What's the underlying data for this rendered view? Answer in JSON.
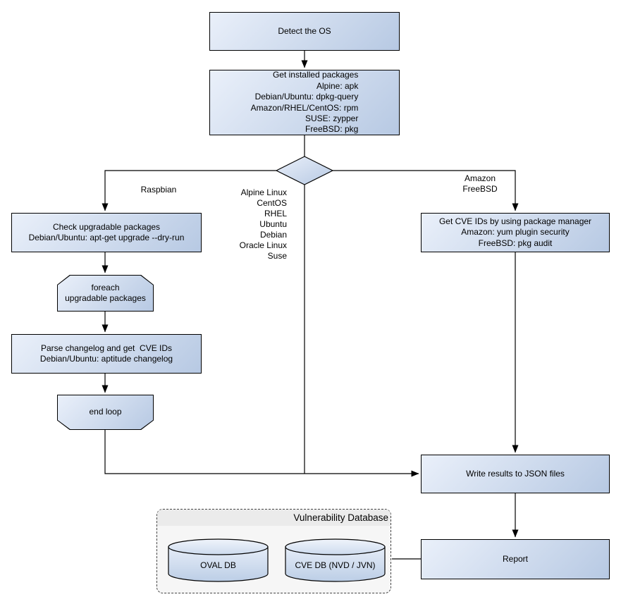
{
  "colors": {
    "node_gradient_start": "#eaf0fa",
    "node_gradient_end": "#b7c9e3",
    "node_border": "#000000",
    "connector": "#000000",
    "container_bg": "#f6f6f6",
    "container_header_bg": "#ebebeb",
    "container_border": "#444444",
    "cylinder_top_start": "#f0f4fb",
    "cylinder_top_end": "#cddbee",
    "cylinder_body_start": "#e6edf8",
    "cylinder_body_end": "#bccee6"
  },
  "nodes": {
    "detect_os": {
      "label": "Detect the OS"
    },
    "get_installed_packages": {
      "lines": [
        "Get installed packages",
        "Alpine: apk",
        "Debian/Ubuntu: dpkg-query",
        "Amazon/RHEL/CentOS: rpm",
        "SUSE: zypper",
        "FreeBSD: pkg"
      ]
    },
    "check_upgradable_packages": {
      "lines": [
        "Check upgradable packages",
        "Debian/Ubuntu: apt-get upgrade --dry-run"
      ]
    },
    "foreach_upgradable_packages": {
      "lines": [
        "foreach",
        "upgradable  packages"
      ]
    },
    "parse_changelog": {
      "lines": [
        "Parse changelog and get  CVE IDs",
        "Debian/Ubuntu: aptitude changelog"
      ]
    },
    "end_loop": {
      "label": "end loop"
    },
    "get_cve_ids_pkg_manager": {
      "lines": [
        "Get CVE IDs by using package manager",
        "Amazon: yum plugin security",
        "FreeBSD: pkg audit"
      ]
    },
    "write_results_json": {
      "label": "Write results to JSON files"
    },
    "report": {
      "label": "Report"
    }
  },
  "edge_labels": {
    "raspbian": "Raspbian",
    "os_list": [
      "Alpine Linux",
      "CentOS",
      "RHEL",
      "Ubuntu",
      "Debian",
      "Oracle Linux",
      "Suse"
    ],
    "amazon_freebsd": [
      "Amazon",
      "FreeBSD"
    ]
  },
  "vulnerability_database": {
    "title": "Vulnerability Database",
    "cylinders": [
      {
        "label": "OVAL DB"
      },
      {
        "label": "CVE DB (NVD / JVN)"
      }
    ]
  }
}
